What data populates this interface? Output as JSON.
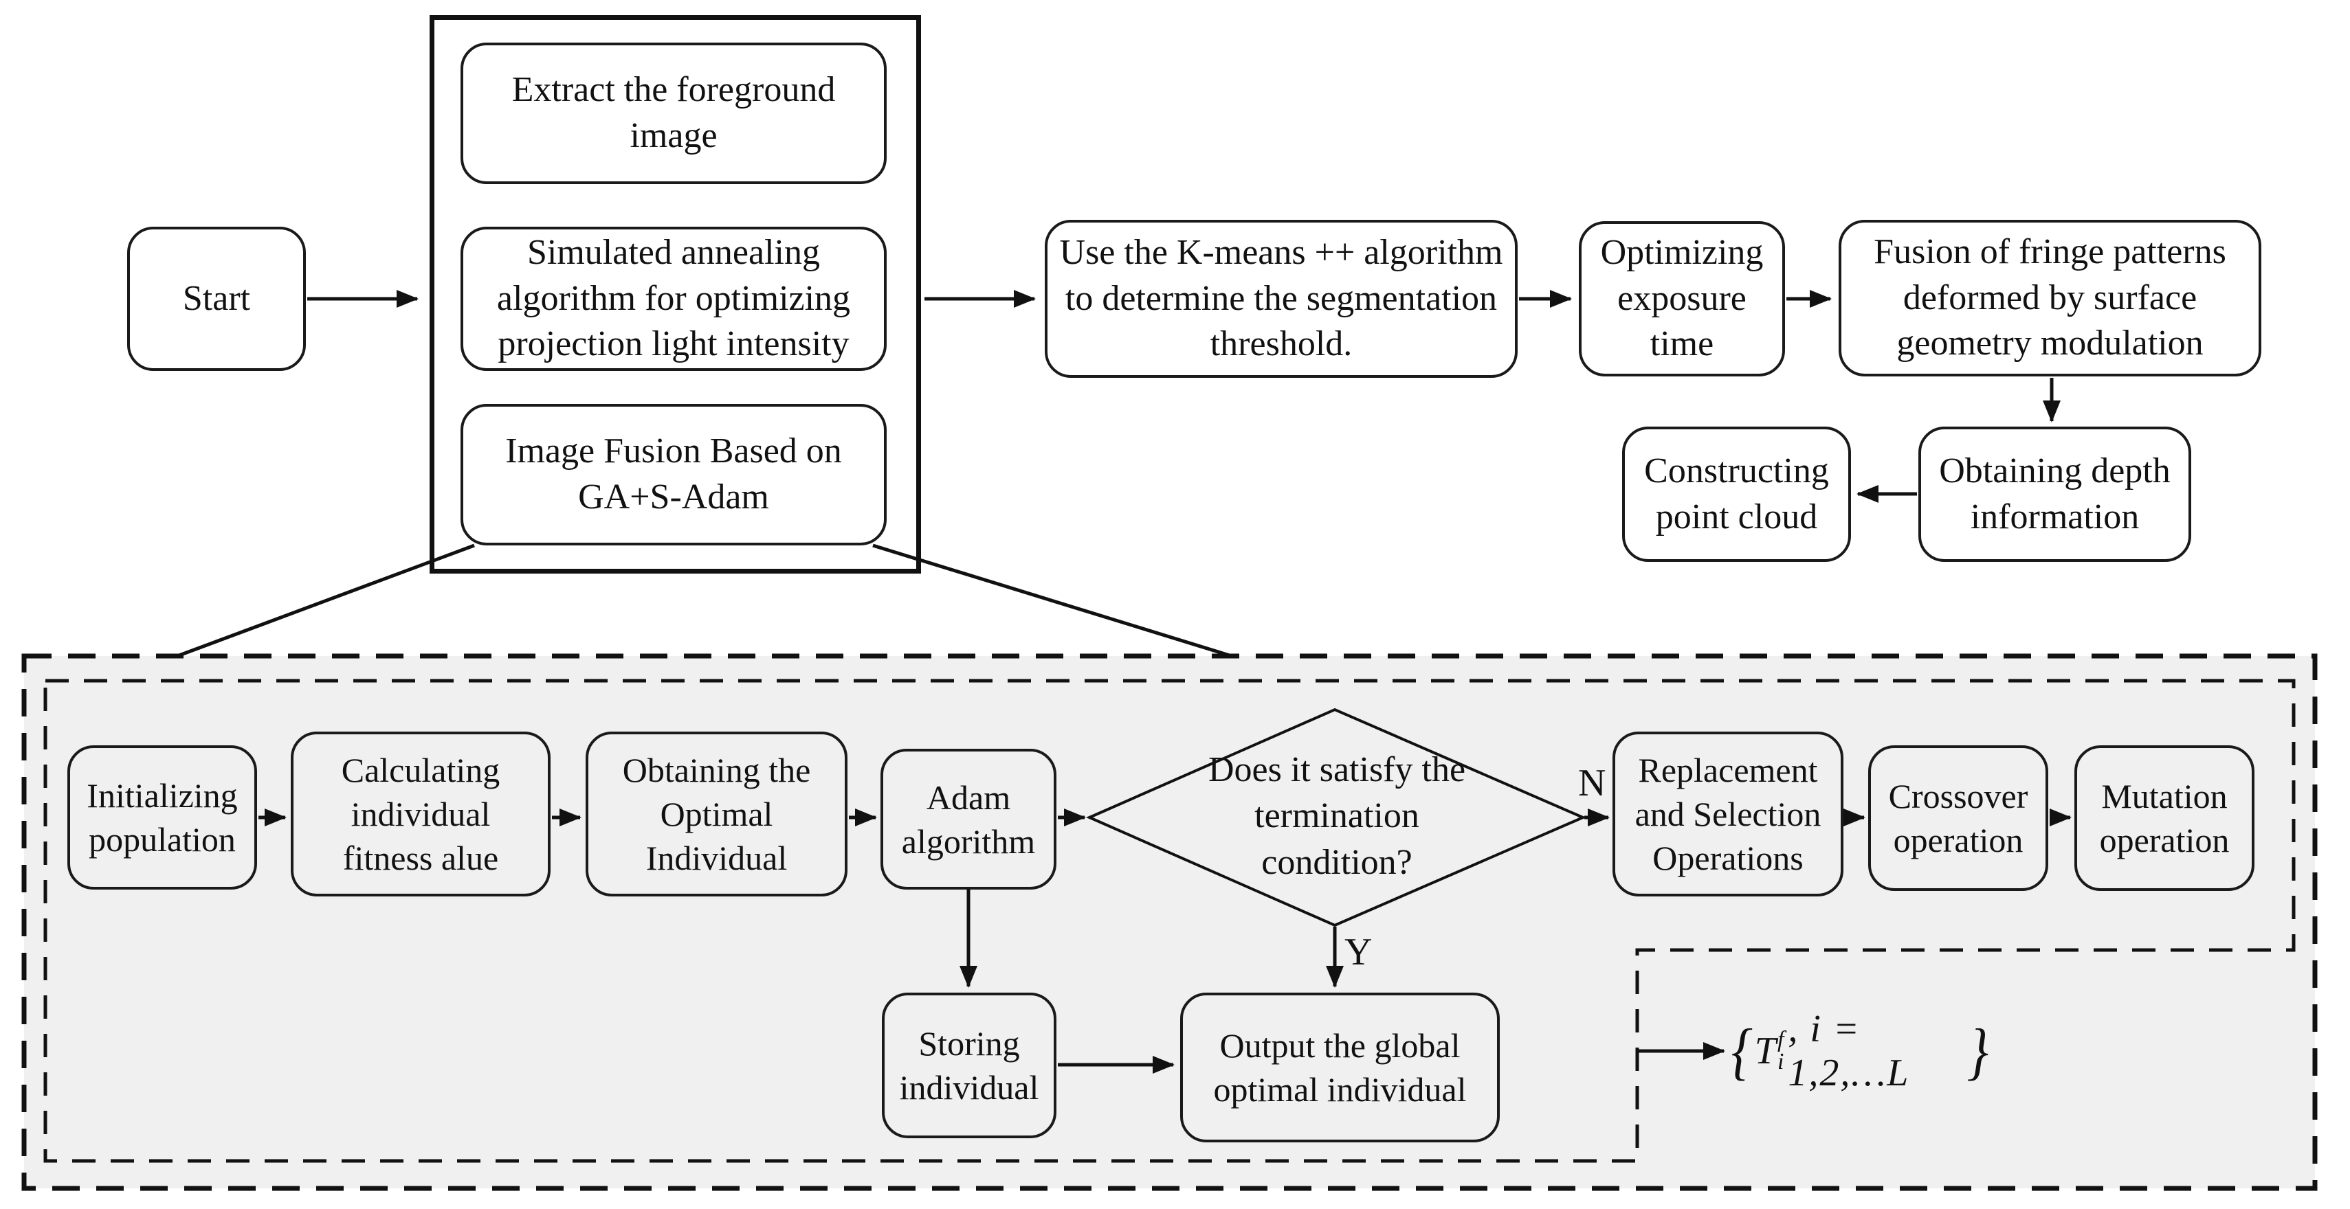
{
  "figure": {
    "type": "flowchart",
    "description": "Algorithm flow diagram: projection optimization, image fusion via GA+S-Adam, K-means++ segmentation, exposure optimization, fringe pattern fusion and point cloud construction",
    "colors": {
      "canvas": "#ffffff",
      "dashed_region_fill": "#f0f0f0",
      "stroke": "#1a1a1a"
    }
  },
  "nodes": {
    "start": "Start",
    "extract": "Extract the foreground image",
    "simulated": "Simulated annealing algorithm for optimizing projection light intensity",
    "image_fusion": "Image Fusion Based on GA+S-Adam",
    "kmeans": "Use the K-means ++ algorithm to determine the segmentation threshold.",
    "exposure": "Optimizing exposure time",
    "fringe": "Fusion of fringe patterns deformed by surface geometry modulation",
    "depth": "Obtaining depth information",
    "cloud": "Constructing point cloud",
    "init": "Initializing population",
    "calc": "Calculating individual fitness alue",
    "optimal": "Obtaining the Optimal Individual",
    "adam": "Adam algorithm",
    "decision": "Does it satisfy the termination condition?",
    "replacement": "Replacement and Selection Operations",
    "crossover": "Crossover operation",
    "mutation": "Mutation operation",
    "storing": "Storing individual",
    "output": "Output the global optimal individual"
  },
  "branch_labels": {
    "yes": "Y",
    "no": "N"
  },
  "formula": {
    "brace_open": "{",
    "var": "T",
    "sup": "f",
    "sub": "i",
    "rest": ", i = 1,2,…L",
    "brace_close": "}"
  }
}
